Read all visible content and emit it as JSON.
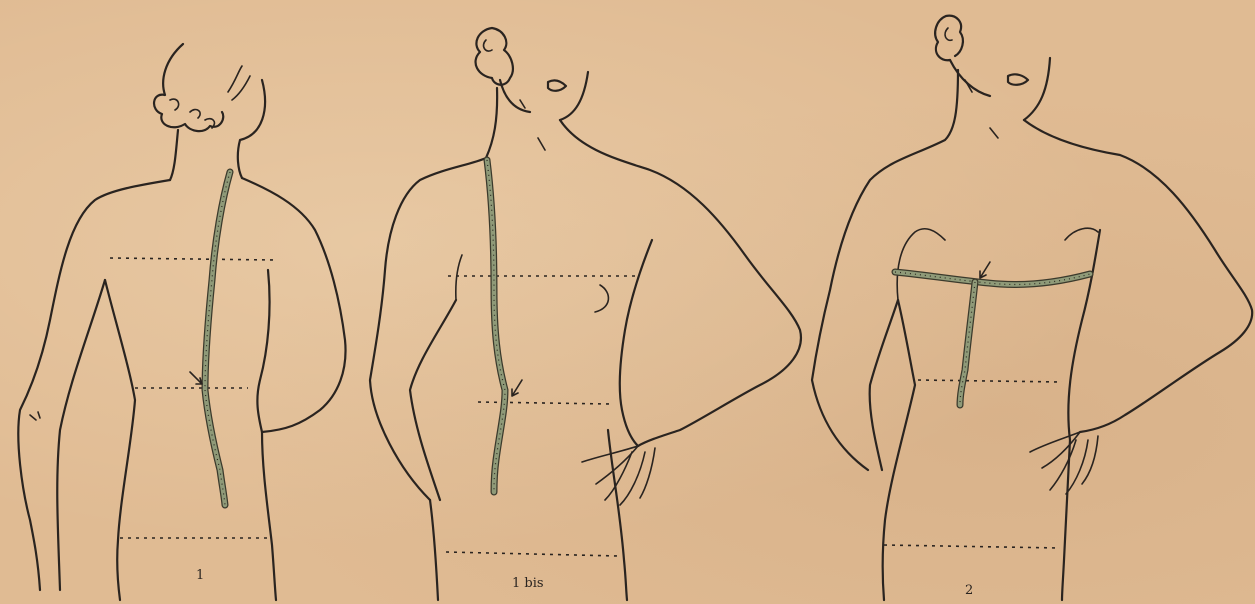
{
  "figures": [
    {
      "id": "1",
      "caption": "1"
    },
    {
      "id": "1bis",
      "caption": "1 bis"
    },
    {
      "id": "2",
      "caption": "2"
    }
  ],
  "colors": {
    "paper": "#e0bb93",
    "ink": "#2a2420",
    "tape": "#8f9a78"
  }
}
